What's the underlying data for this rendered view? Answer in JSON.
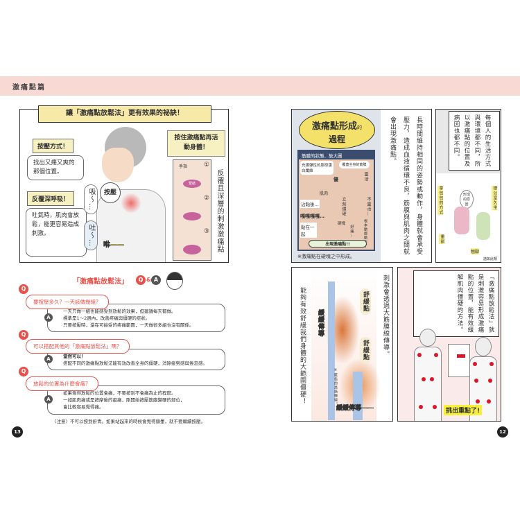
{
  "header": {
    "section": "激痛點篇"
  },
  "left": {
    "tips_title": "讓「激痛點放鬆法」更有效果的祕訣！",
    "press_label": "按壓方式！",
    "press_text": "找出又痛又爽的那個位置。",
    "breath_label": "反覆深呼吸！",
    "breath_text": "吐氣時，肌肉會放鬆，能更容易造成刺激。",
    "inhale": "吸～…",
    "exhale": "吐～…",
    "press_sfx": "按壓",
    "sfx": "咻——",
    "move_label": "按住激痛點再活動身體！",
    "finger": "手指",
    "knot": "緊結",
    "step_nums": [
      "①",
      "②",
      "③"
    ],
    "side_text": "反覆且深層的刺激激痛點",
    "qa_title": "「激痛點放鬆法」",
    "qa_q": "Q",
    "qa_amp": "&",
    "qa_a": "A",
    "qa": [
      {
        "q": "要按壓多久？一天該做幾組？",
        "a": [
          "一天只做一組也能感受到放鬆的效果，但建議每天都做。",
          "標準是1～2週內，改善疼痛與僵硬的症狀。",
          "只要按壓時，還在可接受的疼痛範圍，一天做很多組也沒有關係。"
        ]
      },
      {
        "q": "可以搭配其他的「激痛點放鬆法」嗎？",
        "a": [
          "當然可以！",
          "搭配不同的激痛點放鬆法能有效改善全身的僵硬，消除疲勞感與倦怠感。"
        ]
      },
      {
        "q": "放鬆的位置為什麼會痛？",
        "a": [
          "如果覺得放鬆的位置會痛，不要按到不會痛為止的程度。",
          "一如肌肉痛或是按摩後的痠痛，剛開始按壓筋膜變硬的部位，",
          "會比較容易覺得痛。"
        ]
      }
    ],
    "note": "〈注意〉不可以按到瘀青。如果站起來的時候會覺得頭暈，就不要繼續按壓。",
    "page": "13"
  },
  "right": {
    "formation_title": "激痛點形成",
    "formation_of": "的",
    "formation_sub": "過程",
    "fascia_label": "筋膜的狀態、放大圖",
    "fascia_fiber": "充滿彈性的膠原蛋白纖維",
    "covers": "覆蓋全身的筋膜",
    "sfx_yu": "優",
    "flexible": "靈活",
    "muscle": "肌肉",
    "stick": "沾黏後…",
    "not_flexible": "不靈活…",
    "stiff": "立刻僵硬",
    "creak": "嘎嘎嘎嘎…",
    "stuck": "黏在一起",
    "hard": "硬塊",
    "sore": "好痛…",
    "cant_move": "根本動都動不了",
    "appear": "出現激痛點!!",
    "caption": "※激痛點在硬塊之中形成。",
    "narr1": "長時間維持相同的姿勢或動作，身體就會承受壓力，造成血液循環不良，筋膜與肌肉之間就會出現激痛點。",
    "narr2": "每個人的生活方式與環境都不同，所以激痛點的位置及病因也都不同。",
    "bag": "拿包包的方式",
    "office": "辦公室久坐",
    "cause": "形成的原因",
    "training": "重訓",
    "legs": "翹腳",
    "etc": "諸如此類",
    "narr3": "刺激會透過大筋膜線傳導。",
    "narr4": "能夠有效舒緩我們身體的大範圍僵硬！",
    "relief": "舒緩點",
    "conduct": "緩緩傳導",
    "conduct2": "緩緩傳導——",
    "fascia_note": "※藍色的是筋膜線。",
    "narr5": "「激痛點放鬆法」就是刺激容易形成激痛點的位置，能有效緩解肌肉僵硬的方法。",
    "highlight": "挑出重點了!",
    "page": "12"
  }
}
